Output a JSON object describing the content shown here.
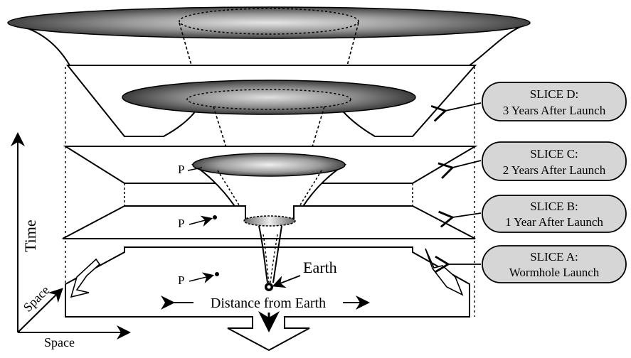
{
  "axes": {
    "time": "Time",
    "space_vertical": "Space",
    "space_horizontal": "Space"
  },
  "annotations": {
    "earth": "Earth",
    "distance": "Distance from Earth",
    "point_p": "P"
  },
  "slices": [
    {
      "id": "d",
      "title": "SLICE D:",
      "subtitle": "3 Years After Launch"
    },
    {
      "id": "c",
      "title": "SLICE C:",
      "subtitle": "2 Years After Launch"
    },
    {
      "id": "b",
      "title": "SLICE B:",
      "subtitle": "1 Year After Launch"
    },
    {
      "id": "a",
      "title": "SLICE A:",
      "subtitle": "Wormhole Launch"
    }
  ],
  "colors": {
    "funnel_dark": "#2a2a2a",
    "funnel_light": "#d8d8d8",
    "pill_fill": "#d6d6d6",
    "line": "#000000"
  }
}
